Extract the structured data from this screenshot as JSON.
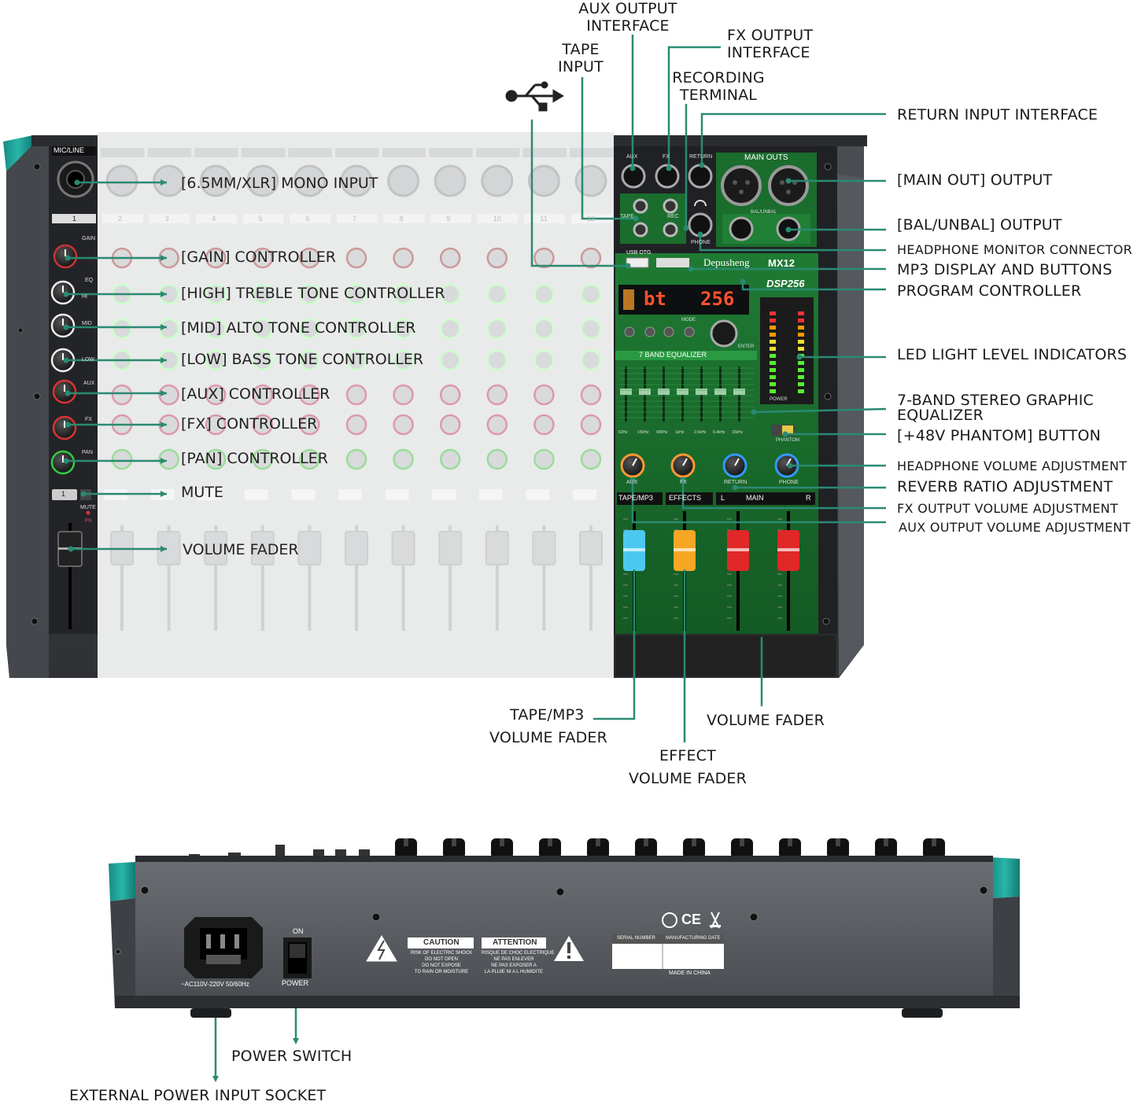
{
  "colors": {
    "leader": "#2a8a72",
    "teal": "#1fa598",
    "body": "#3b3d41",
    "panel_green": "#1c6b2c",
    "channel_strip": "#2a2c30"
  },
  "top_labels": {
    "aux_output_interface": [
      "AUX OUTPUT",
      "INTERFACE"
    ],
    "fx_output_interface": [
      "FX OUTPUT",
      "INTERFACE"
    ],
    "tape_input": [
      "TAPE",
      "INPUT"
    ],
    "recording_terminal": [
      "RECORDING",
      "TERMINAL"
    ],
    "usb_symbol": "usb-icon"
  },
  "left_labels": {
    "mono_input": "[6.5MM/XLR] MONO INPUT",
    "gain": "[GAIN] CONTROLLER",
    "high": "[HIGH] TREBLE TONE CONTROLLER",
    "mid": "[MID] ALTO TONE CONTROLLER",
    "low": "[LOW] BASS TONE CONTROLLER",
    "aux": "[AUX] CONTROLLER",
    "fx": "[FX] CONTROLLER",
    "pan": "[PAN] CONTROLLER",
    "mute": "MUTE",
    "volume_fader": "VOLUME FADER"
  },
  "right_labels": {
    "return_input": "RETURN INPUT INTERFACE",
    "main_out": "[MAIN OUT] OUTPUT",
    "bal_unbal": "[BAL/UNBAL] OUTPUT",
    "headphone_monitor": "HEADPHONE MONITOR CONNECTOR",
    "mp3_display": "MP3 DISPLAY AND BUTTONS",
    "program_controller": "PROGRAM CONTROLLER",
    "led_level": "LED LIGHT LEVEL INDICATORS",
    "eq7": [
      "7-BAND STEREO GRAPHIC",
      "EQUALIZER"
    ],
    "phantom": "[+48V PHANTOM] BUTTON",
    "headphone_volume": "HEADPHONE VOLUME ADJUSTMENT",
    "reverb_ratio": "REVERB RATIO ADJUSTMENT",
    "fx_output_volume": "FX OUTPUT VOLUME ADJUSTMENT",
    "aux_output_volume": "AUX OUTPUT VOLUME ADJUSTMENT"
  },
  "bottom_labels": {
    "tape_mp3_fader": [
      "TAPE/MP3",
      "VOLUME FADER"
    ],
    "effect_fader": [
      "EFFECT",
      "VOLUME FADER"
    ],
    "main_volume_fader": "VOLUME FADER",
    "power_switch": "POWER SWITCH",
    "power_socket": "EXTERNAL POWER INPUT SOCKET"
  },
  "device": {
    "brand": "Depusheng",
    "model": "MX12",
    "dsp": "DSP256",
    "display_text": [
      "bt",
      "256"
    ],
    "mic_line": "MIC/LINE",
    "channel_numbers": [
      "1",
      "2",
      "3",
      "4",
      "5",
      "6",
      "7",
      "8",
      "9",
      "10",
      "11",
      "12"
    ],
    "section_main_outs": "MAIN OUTS",
    "section_eq": "7 BAND EQUALIZER",
    "eq_freqs": [
      "63Hz",
      "150Hz",
      "400Hz",
      "1kHz",
      "2.5kHz",
      "6.4kHz",
      "15kHz"
    ],
    "jack_aux": "AUX",
    "jack_fx": "FX",
    "jack_return": "RETURN",
    "jack_phone": "PHONE",
    "jack_tape": "TAPE",
    "jack_rec": "REC",
    "bal_unbal": "BAL/UNBAL",
    "usb_otg": "USB OTG",
    "knob_aux": "AUX",
    "knob_fx": "FX",
    "knob_return": "RETURN",
    "knob_phone": "PHONE",
    "fader_tape": "TAPE/MP3",
    "fader_effects": "EFFECTS",
    "fader_main": "MAIN",
    "fader_main_l": "L",
    "fader_main_r": "R",
    "phantom_label": "PHANTOM",
    "power_label": "POWER",
    "mute_label": "MUTE",
    "pk_label": "PK",
    "gain_label": "GAIN",
    "eq_label": "EQ",
    "hi_label": "HI",
    "mid_label": "MID",
    "low_label": "LOW",
    "aux_label": "AUX",
    "fx_label": "FX",
    "pan_label": "PAN",
    "mode_label": "MODE",
    "enter_label": "ENTER"
  },
  "rear": {
    "on_label": "ON",
    "power_label": "POWER",
    "voltage": "~AC110V-220V 50/60Hz",
    "caution_title": "CAUTION",
    "caution_lines": [
      "RISK OF ELECTRIC SHOCK",
      "DO NOT OPEN",
      "DO NOT EXPOSE",
      "TO RAIN OR MOISTURE"
    ],
    "attention_title": "ATTENTION",
    "attention_lines": [
      "RISQUE DE CHOC ELECTRIQUE",
      "NE PAS ENLEVER",
      "NE PAS EXPOSER A",
      "LA PLUIE NI A L HUMIDITE"
    ],
    "serial_number": "SERIAL NUMBER",
    "manufacturing_date": "MANUFACTURING DATE",
    "made_in": "MADE IN CHINA",
    "cert_marks": "CE"
  }
}
